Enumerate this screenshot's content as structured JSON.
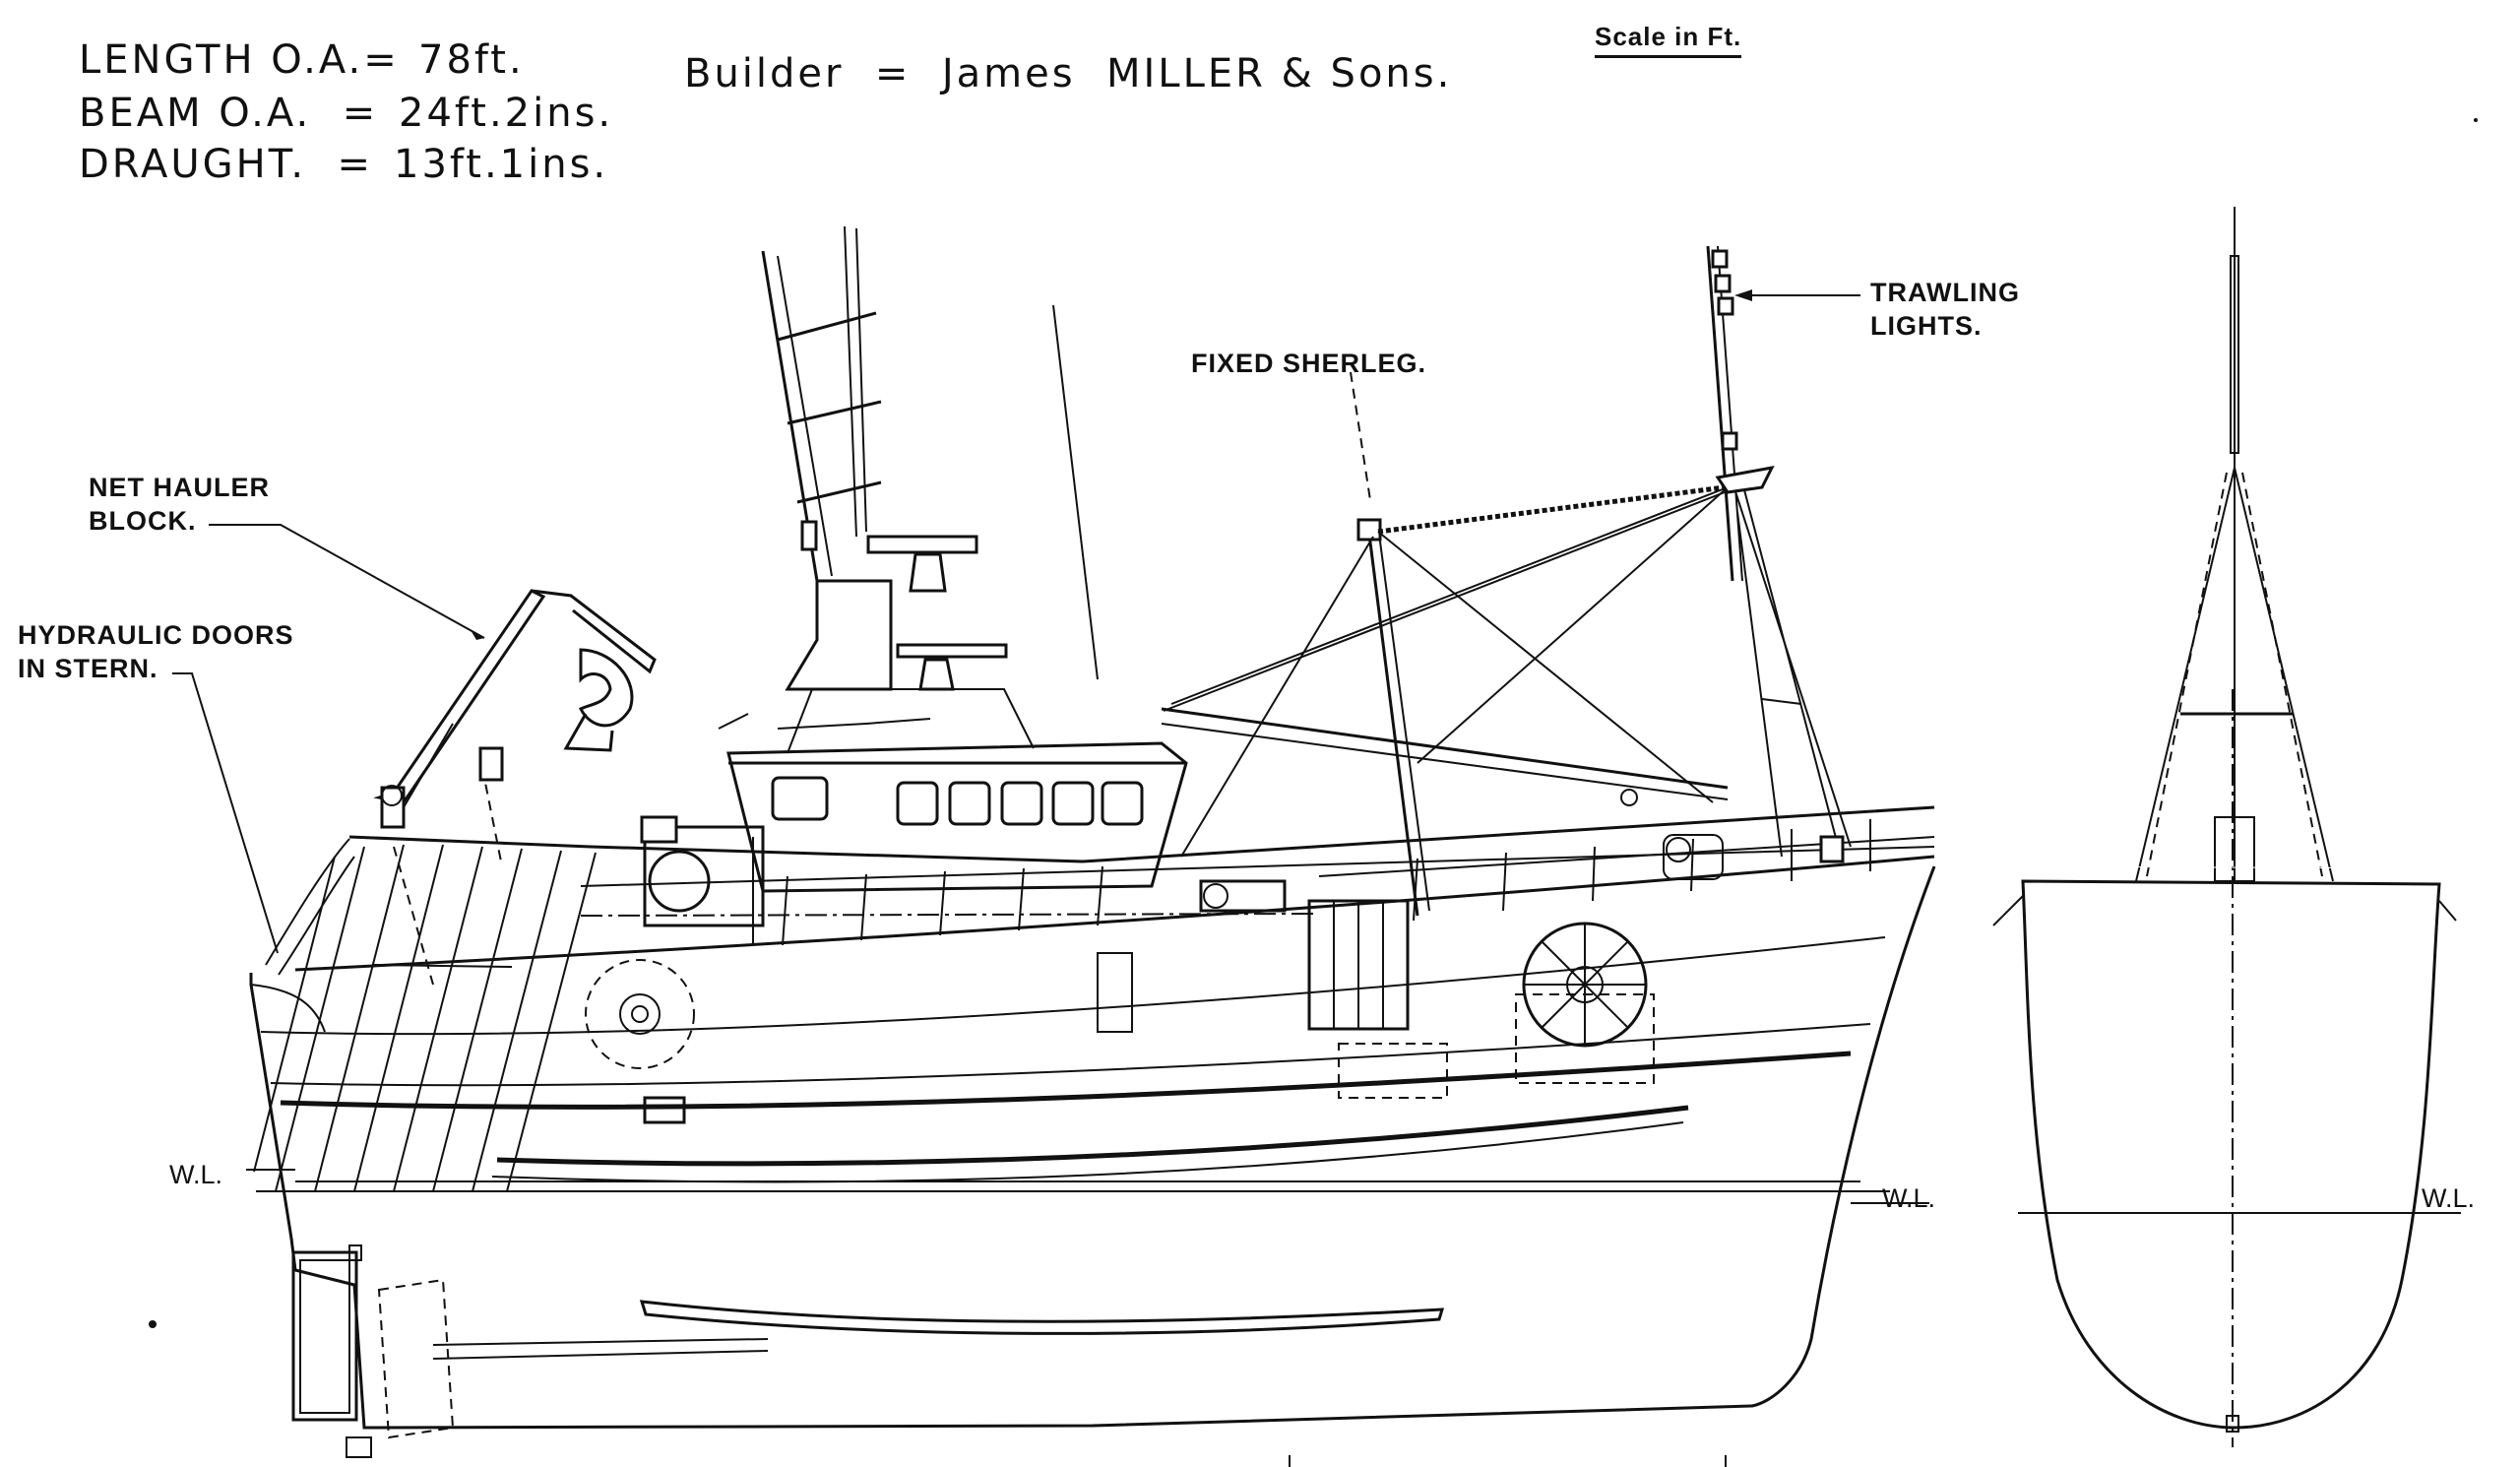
{
  "specs": {
    "length_label": "LENGTH O.A.=",
    "length_value": "78ft.",
    "beam_label": "BEAM O.A.  =",
    "beam_value": "24ft.2ins.",
    "draught_label": "DRAUGHT.  =",
    "draught_value": "13ft.1ins.",
    "builder": "Builder  =  James  MILLER & Sons."
  },
  "scale_label": "Scale in Ft.",
  "callouts": {
    "net_hauler": [
      "NET HAULER",
      "BLOCK."
    ],
    "hydraulic_doors": [
      "HYDRAULIC DOORS",
      "IN STERN."
    ],
    "fixed_sherleg": "FIXED SHERLEG.",
    "trawling_lights": [
      "TRAWLING",
      "LIGHTS."
    ]
  },
  "waterline_labels": {
    "left": "W.L.",
    "center": "W.L.",
    "right": "W.L."
  }
}
